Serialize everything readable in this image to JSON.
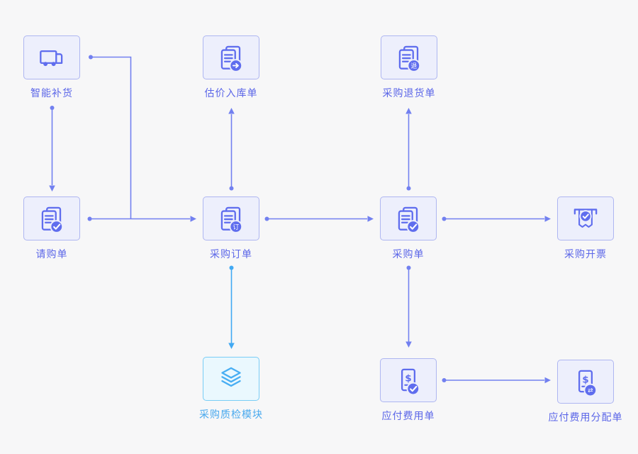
{
  "page": {
    "background": "#f7f7f8"
  },
  "palette": {
    "node_fill": "#edeffc",
    "node_border": "#aeb6f1",
    "icon_stroke": "#5f6dee",
    "label_color": "#5b66e8",
    "edge_color": "#7280f0",
    "blue_node_fill": "#eaf8fe",
    "blue_node_border": "#79cdf6",
    "blue_icon": "#48aef3",
    "blue_label": "#49a9ee",
    "blue_edge": "#41a9f3"
  },
  "diagram": {
    "nodes": [
      {
        "id": "smart-replenishment",
        "label": "智能补货",
        "icon": "truck-icon",
        "theme": "indigo"
      },
      {
        "id": "valuation-receipt",
        "label": "估价入库单",
        "icon": "doc-arrow-icon",
        "theme": "indigo"
      },
      {
        "id": "purchase-return",
        "label": "采购退货单",
        "icon": "doc-return-icon",
        "theme": "indigo"
      },
      {
        "id": "purchase-requisition",
        "label": "请购单",
        "icon": "doc-check-icon",
        "theme": "indigo"
      },
      {
        "id": "purchase-order",
        "label": "采购订单",
        "icon": "doc-order-icon",
        "theme": "indigo"
      },
      {
        "id": "purchase-receipt",
        "label": "采购单",
        "icon": "doc-check-icon",
        "theme": "indigo"
      },
      {
        "id": "purchase-invoicing",
        "label": "采购开票",
        "icon": "invoice-icon",
        "theme": "indigo"
      },
      {
        "id": "quality-inspection",
        "label": "采购质检模块",
        "icon": "layers-icon",
        "theme": "blue"
      },
      {
        "id": "payable-expense",
        "label": "应付费用单",
        "icon": "bill-check-icon",
        "theme": "indigo"
      },
      {
        "id": "payable-allocation",
        "label": "应付费用分配单",
        "icon": "bill-allocate-icon",
        "theme": "indigo"
      }
    ],
    "badges": {
      "order_char": "订",
      "return_char": "退",
      "currency": "$",
      "allocate_glyph": "⇄"
    },
    "edges": [
      {
        "from": "smart-replenishment",
        "to": "purchase-requisition",
        "color": "indigo"
      },
      {
        "from": "smart-replenishment",
        "to": "purchase-order",
        "color": "indigo"
      },
      {
        "from": "purchase-requisition",
        "to": "purchase-order",
        "color": "indigo"
      },
      {
        "from": "purchase-order",
        "to": "valuation-receipt",
        "color": "indigo"
      },
      {
        "from": "purchase-order",
        "to": "purchase-receipt",
        "color": "indigo"
      },
      {
        "from": "purchase-receipt",
        "to": "purchase-return",
        "color": "indigo"
      },
      {
        "from": "purchase-receipt",
        "to": "purchase-invoicing",
        "color": "indigo"
      },
      {
        "from": "purchase-order",
        "to": "quality-inspection",
        "color": "blue"
      },
      {
        "from": "purchase-receipt",
        "to": "payable-expense",
        "color": "indigo"
      },
      {
        "from": "payable-expense",
        "to": "payable-allocation",
        "color": "indigo"
      }
    ]
  }
}
